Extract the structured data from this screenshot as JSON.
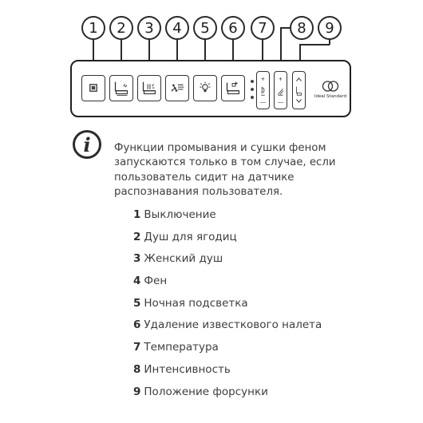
{
  "callouts": [
    "1",
    "2",
    "3",
    "4",
    "5",
    "6",
    "7",
    "8",
    "9"
  ],
  "panel": {
    "buttons": [
      "stop-icon",
      "rear-wash-icon",
      "lady-wash-icon",
      "fan-dryer-icon",
      "night-light-icon",
      "descaling-icon"
    ],
    "temperature": {
      "plus": "+",
      "minus": "—"
    },
    "intensity": {
      "plus": "+",
      "minus": "—"
    },
    "nozzle": {
      "up": "^",
      "down": "v"
    },
    "brand": "Ideal Standard"
  },
  "note": {
    "icon": "i",
    "lines": [
      "Функции промывания и сушки феном",
      "запускаются только в том случае, если",
      "пользователь сидит на датчике",
      "распознавания пользователя."
    ]
  },
  "legend": [
    {
      "num": "1",
      "label": "Выключение"
    },
    {
      "num": "2",
      "label": "Душ для ягодиц"
    },
    {
      "num": "3",
      "label": "Женский душ"
    },
    {
      "num": "4",
      "label": "Фен"
    },
    {
      "num": "5",
      "label": "Ночная подсветка"
    },
    {
      "num": "6",
      "label": "Удаление известкового налета"
    },
    {
      "num": "7",
      "label": "Температура"
    },
    {
      "num": "8",
      "label": "Интенсивность"
    },
    {
      "num": "9",
      "label": "Положение форсунки"
    }
  ]
}
